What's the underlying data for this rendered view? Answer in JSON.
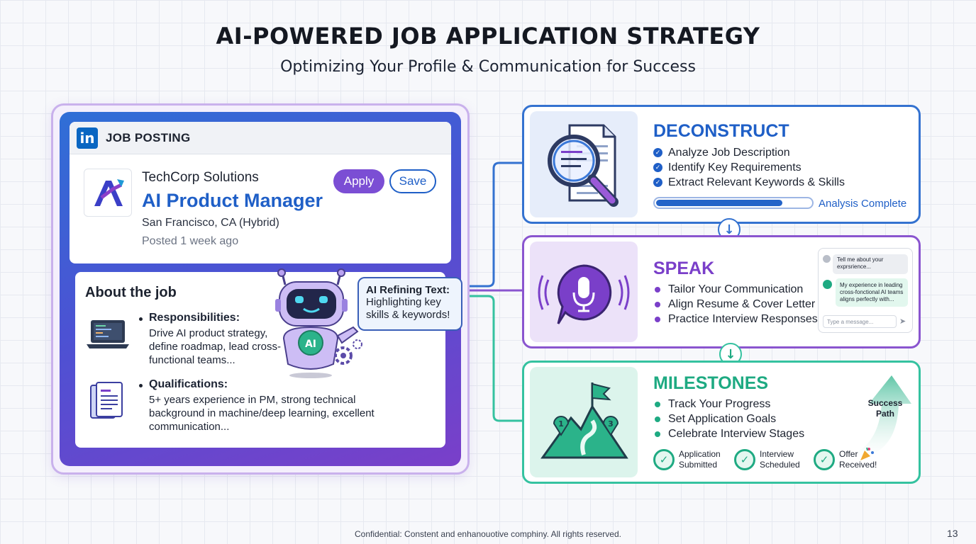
{
  "header": {
    "title": "AI-POWERED JOB APPLICATION STRATEGY",
    "subtitle": "Optimizing Your Profile & Communication for Success"
  },
  "job_posting": {
    "platform_logo": "in",
    "header_label": "JOB POSTING",
    "company": "TechCorp Solutions",
    "title": "AI Product Manager",
    "location": "San Francisco, CA (Hybrid)",
    "posted": "Posted 1 week ago",
    "apply_label": "Apply",
    "save_label": "Save"
  },
  "about": {
    "title": "About the job",
    "responsibilities_title": "Responsibilities:",
    "responsibilities_text": "Drive AI product strategy, define roadmap, lead cross-functional teams...",
    "qualifications_title": "Qualifications:",
    "qualifications_text": "5+ years experience in PM, strong technical background in machine/deep learning, excellent communication..."
  },
  "robot": {
    "badge": "AI",
    "bubble_title": "AI Refining Text:",
    "bubble_text": "Highlighting key skills & keywords!"
  },
  "deconstruct": {
    "heading": "DECONSTRUCT",
    "items": [
      "Analyze Job Description",
      "Identify Key Requirements",
      "Extract Relevant Keywords & Skills"
    ],
    "progress": 0.82,
    "progress_label": "Analysis Complete"
  },
  "speak": {
    "heading": "SPEAK",
    "items": [
      "Tailor Your Communication",
      "Align Resume & Cover Letter",
      "Practice Interview Responses"
    ],
    "chat": {
      "question": "Tell me about your exprsrience...",
      "answer": "My experience in leading cross-fonctional AI teams aligns perfectly with...",
      "input_placeholder": "Type a message..."
    }
  },
  "milestones": {
    "heading": "MILESTONES",
    "items": [
      "Track Your Progress",
      "Set Application Goals",
      "Celebrate Interview Stages"
    ],
    "marker_1": "1",
    "marker_3": "3",
    "success_path": "Success Path",
    "stages": [
      {
        "label_line1": "Application",
        "label_line2": "Submitted"
      },
      {
        "label_line1": "Interview",
        "label_line2": "Scheduled"
      },
      {
        "label_line1": "Offer",
        "label_line2": "Received!"
      }
    ]
  },
  "footer": {
    "text": "Confidential: Constent and enhanouotive comphiny. All rights reserved.",
    "page_number": "13"
  },
  "colors": {
    "blue": "#1f5fc7",
    "purple": "#7a3fc9",
    "green": "#1eaa82"
  },
  "icons": [
    "linkedin-icon",
    "company-logo-icon",
    "laptop-icon",
    "document-icon",
    "robot-icon",
    "gear-icon",
    "magnifier-document-icon",
    "microphone-icon",
    "mountain-flag-icon",
    "check-icon",
    "arrow-down-icon",
    "send-icon",
    "party-popper-icon"
  ]
}
